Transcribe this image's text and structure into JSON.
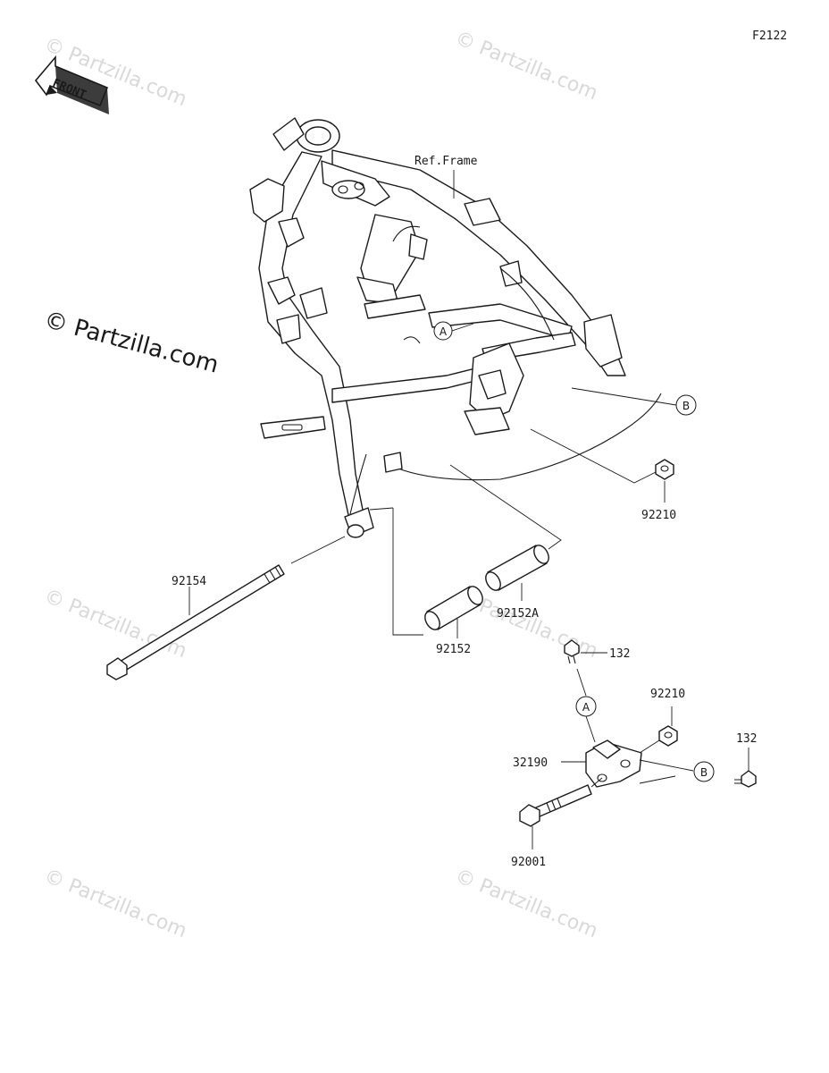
{
  "figure_code": "F2122",
  "front_arrow_label": "FRONT",
  "watermark_main": "© Partzilla.com",
  "watermark_faint": "© Partzilla.com",
  "callouts": {
    "ref_frame": "Ref.Frame",
    "p92210_top": "92210",
    "p92154": "92154",
    "p92152A": "92152A",
    "p92152": "92152",
    "p132_top": "132",
    "p92210_bottom": "92210",
    "p132_right": "132",
    "p32190": "32190",
    "p92001": "92001"
  },
  "ref_markers": {
    "a_frame": "A",
    "b_frame": "B",
    "a_bracket": "A",
    "b_bracket": "B"
  }
}
